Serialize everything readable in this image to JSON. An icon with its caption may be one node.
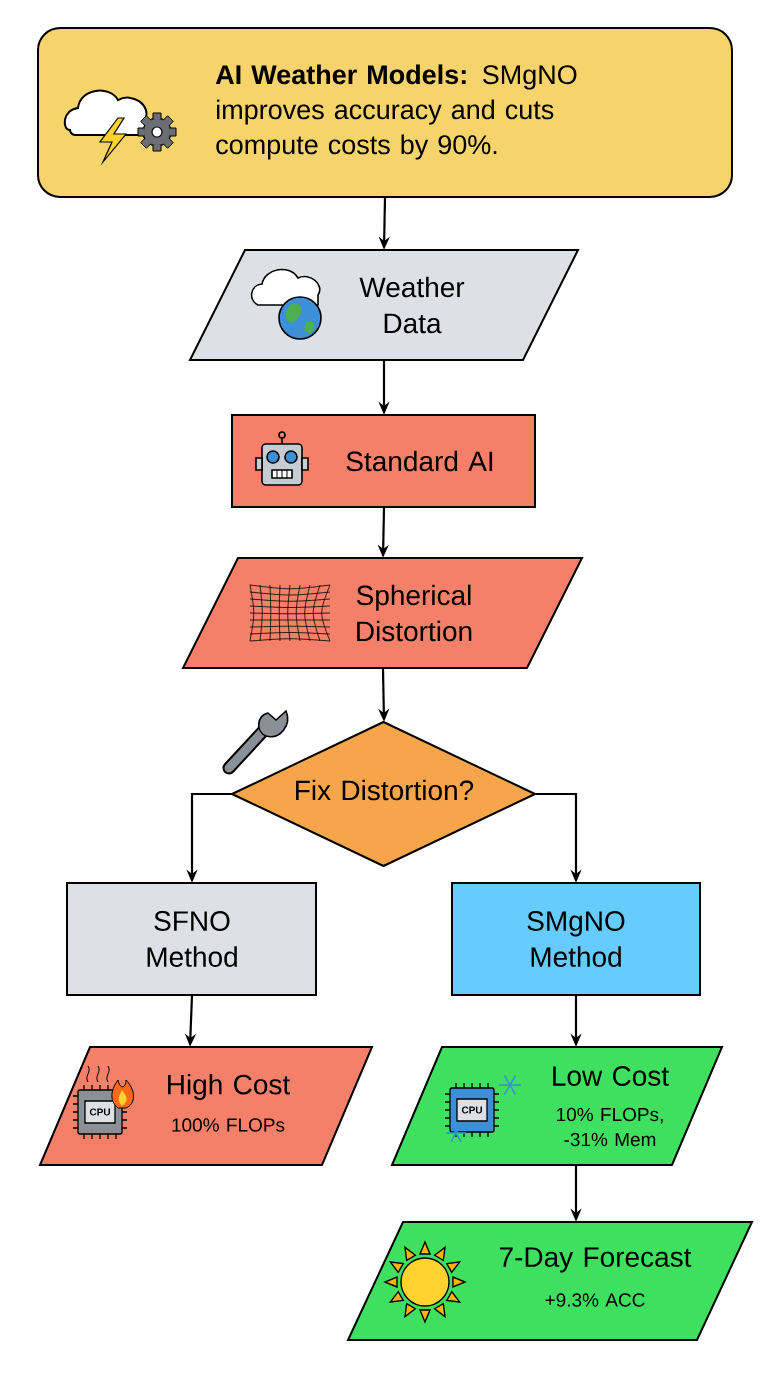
{
  "diagram": {
    "nodes": [
      {
        "text": [
          "**AI Weather Models:** SMgNO improves accuracy and cuts compute costs by 90%."
        ]
      },
      {
        "text": [
          "Weather Data"
        ]
      },
      {
        "text": [
          "Standard AI"
        ]
      },
      {
        "text": [
          "Spherical Distortion"
        ]
      },
      {
        "text": [
          "Fix Distortion?"
        ]
      },
      {
        "text": [
          "SFNO Method"
        ]
      },
      {
        "text": [
          "SMgNO Method"
        ]
      },
      {
        "text": [
          "High Cost",
          "100% FLOPs"
        ]
      },
      {
        "text": [
          "Low Cost",
          "10% FLOPs, -31% Mem"
        ]
      },
      {
        "text": [
          "7-Day Forecast",
          "+9.3% ACC"
        ]
      }
    ],
    "edges": [
      {
        "from": 0,
        "to": 1,
        "arrow": "to"
      },
      {
        "from": 1,
        "to": 2,
        "arrow": "to"
      },
      {
        "from": 2,
        "to": 3,
        "arrow": "to"
      },
      {
        "from": 3,
        "to": 4,
        "arrow": "to"
      },
      {
        "from": 4,
        "to": 5,
        "arrow": "to"
      },
      {
        "from": 4,
        "to": 6,
        "arrow": "to"
      },
      {
        "from": 5,
        "to": 7,
        "arrow": "to"
      },
      {
        "from": 6,
        "to": 8,
        "arrow": "to"
      },
      {
        "from": 8,
        "to": 9,
        "arrow": "to"
      }
    ],
    "labels": [
      "CPU",
      "CPU"
    ]
  }
}
